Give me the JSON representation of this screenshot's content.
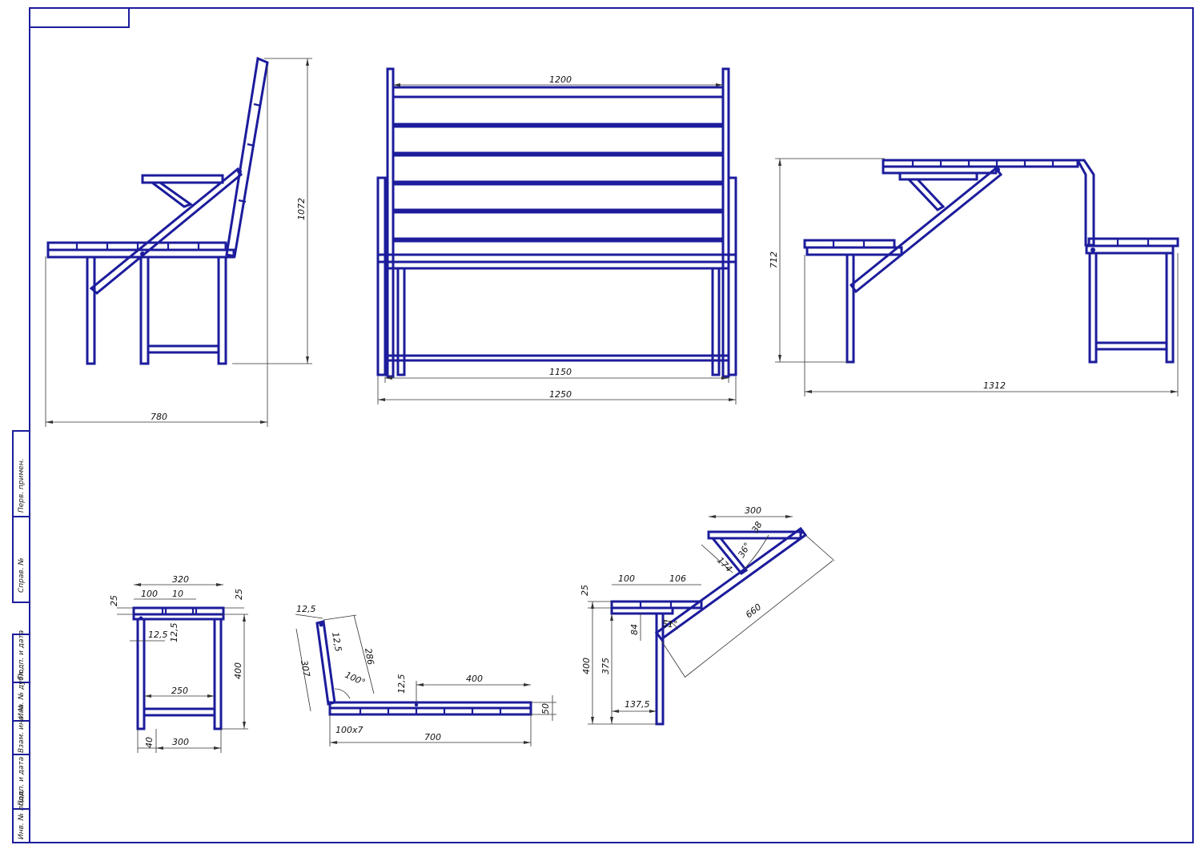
{
  "dimensions": {
    "side_width": "780",
    "side_height": "1072",
    "front_top": "1200",
    "front_bottom": "1150",
    "front_overall": "1250",
    "table_height": "712",
    "table_width": "1312",
    "leg_top": "320",
    "leg_slat1": "100",
    "leg_gap": "10",
    "leg_thick_left": "25",
    "leg_thick_right": "25",
    "leg_off1": "12,5",
    "leg_off2": "12,5",
    "leg_height": "400",
    "leg_inner": "250",
    "leg_base": "300",
    "leg_foot": "40",
    "back_top": "12,5",
    "back_side": "12,5",
    "back_len": "307",
    "back_inner": "286",
    "back_angle": "100°",
    "back_mid": "12,5",
    "back_span": "400",
    "back_thick": "50",
    "back_slats": "100x7",
    "back_total": "700",
    "arm_top": "300",
    "arm_small": "38",
    "arm_angle1": "36°",
    "arm_brace": "174",
    "arm_long": "660",
    "arm_slat1": "100",
    "arm_slat2": "106",
    "arm_thick": "25",
    "arm_h84": "84",
    "arm_angle2": "51°",
    "arm_h400": "400",
    "arm_h375": "375",
    "arm_off": "137,5"
  },
  "stamp_labels": {
    "perv_primen": "Перв. примен.",
    "sprav": "Справ. №",
    "podp_data_1": "Подп. и дата",
    "inv_dubl": "Инв. № дубл.",
    "vzam_inv": "Взам. инв. №",
    "podp_data_2": "Подп. и дата",
    "inv_podl": "Инв. № подл."
  }
}
